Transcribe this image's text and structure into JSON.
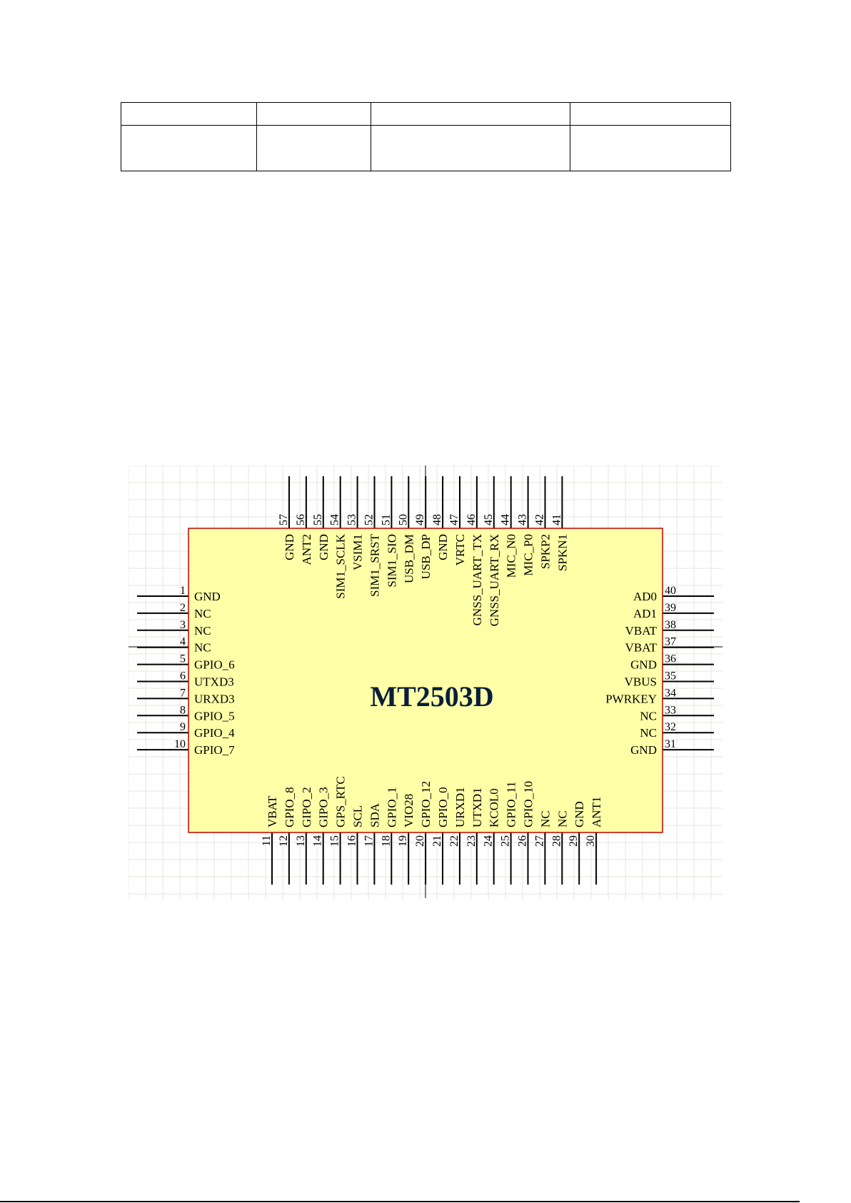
{
  "table": {
    "rows": [
      [
        "",
        "",
        "",
        ""
      ],
      [
        "",
        "",
        "",
        ""
      ]
    ]
  },
  "chip": {
    "title": "MT2503D",
    "body_fill": "#ffffa8",
    "body_stroke": "#c00000",
    "pin_color": "#000000",
    "grid_color": "#e9e6dd",
    "pins_left": [
      {
        "num": "1",
        "name": "GND"
      },
      {
        "num": "2",
        "name": "NC"
      },
      {
        "num": "3",
        "name": "NC"
      },
      {
        "num": "4",
        "name": "NC"
      },
      {
        "num": "5",
        "name": "GPIO_6"
      },
      {
        "num": "6",
        "name": "UTXD3"
      },
      {
        "num": "7",
        "name": "URXD3"
      },
      {
        "num": "8",
        "name": "GPIO_5"
      },
      {
        "num": "9",
        "name": "GPIO_4"
      },
      {
        "num": "10",
        "name": "GPIO_7"
      }
    ],
    "pins_bottom": [
      {
        "num": "11",
        "name": "VBAT"
      },
      {
        "num": "12",
        "name": "GPIO_8"
      },
      {
        "num": "13",
        "name": "GIPO_2"
      },
      {
        "num": "14",
        "name": "GIPO_3"
      },
      {
        "num": "15",
        "name": "GPS_RTC"
      },
      {
        "num": "16",
        "name": "SCL"
      },
      {
        "num": "17",
        "name": "SDA"
      },
      {
        "num": "18",
        "name": "GPIO_1"
      },
      {
        "num": "19",
        "name": "VIO28"
      },
      {
        "num": "20",
        "name": "GPIO_12"
      },
      {
        "num": "21",
        "name": "GPIO_0"
      },
      {
        "num": "22",
        "name": "URXD1"
      },
      {
        "num": "23",
        "name": "UTXD1"
      },
      {
        "num": "24",
        "name": "KCOL0"
      },
      {
        "num": "25",
        "name": "GPIO_11"
      },
      {
        "num": "26",
        "name": "GPIO_10"
      },
      {
        "num": "27",
        "name": "NC"
      },
      {
        "num": "28",
        "name": "NC"
      },
      {
        "num": "29",
        "name": "GND"
      },
      {
        "num": "30",
        "name": "ANT1"
      }
    ],
    "pins_right": [
      {
        "num": "40",
        "name": "AD0"
      },
      {
        "num": "39",
        "name": "AD1"
      },
      {
        "num": "38",
        "name": "VBAT"
      },
      {
        "num": "37",
        "name": "VBAT"
      },
      {
        "num": "36",
        "name": "GND"
      },
      {
        "num": "35",
        "name": "VBUS"
      },
      {
        "num": "34",
        "name": "PWRKEY"
      },
      {
        "num": "33",
        "name": "NC"
      },
      {
        "num": "32",
        "name": "NC"
      },
      {
        "num": "31",
        "name": "GND"
      }
    ],
    "pins_top": [
      {
        "num": "57",
        "name": "GND"
      },
      {
        "num": "56",
        "name": "ANT2"
      },
      {
        "num": "55",
        "name": "GND"
      },
      {
        "num": "54",
        "name": "SIM1_SCLK"
      },
      {
        "num": "53",
        "name": "VSIM1"
      },
      {
        "num": "52",
        "name": "SIM1_SRST"
      },
      {
        "num": "51",
        "name": "SIM1_SIO"
      },
      {
        "num": "50",
        "name": "USB_DM"
      },
      {
        "num": "49",
        "name": "USB_DP"
      },
      {
        "num": "48",
        "name": "GND"
      },
      {
        "num": "47",
        "name": "VRTC"
      },
      {
        "num": "46",
        "name": "GNSS_UART_TX"
      },
      {
        "num": "45",
        "name": "GNSS_UART_RX"
      },
      {
        "num": "44",
        "name": "MIC_N0"
      },
      {
        "num": "43",
        "name": "MIC_P0"
      },
      {
        "num": "42",
        "name": "SPKP2"
      },
      {
        "num": "41",
        "name": "SPKN1"
      }
    ]
  }
}
